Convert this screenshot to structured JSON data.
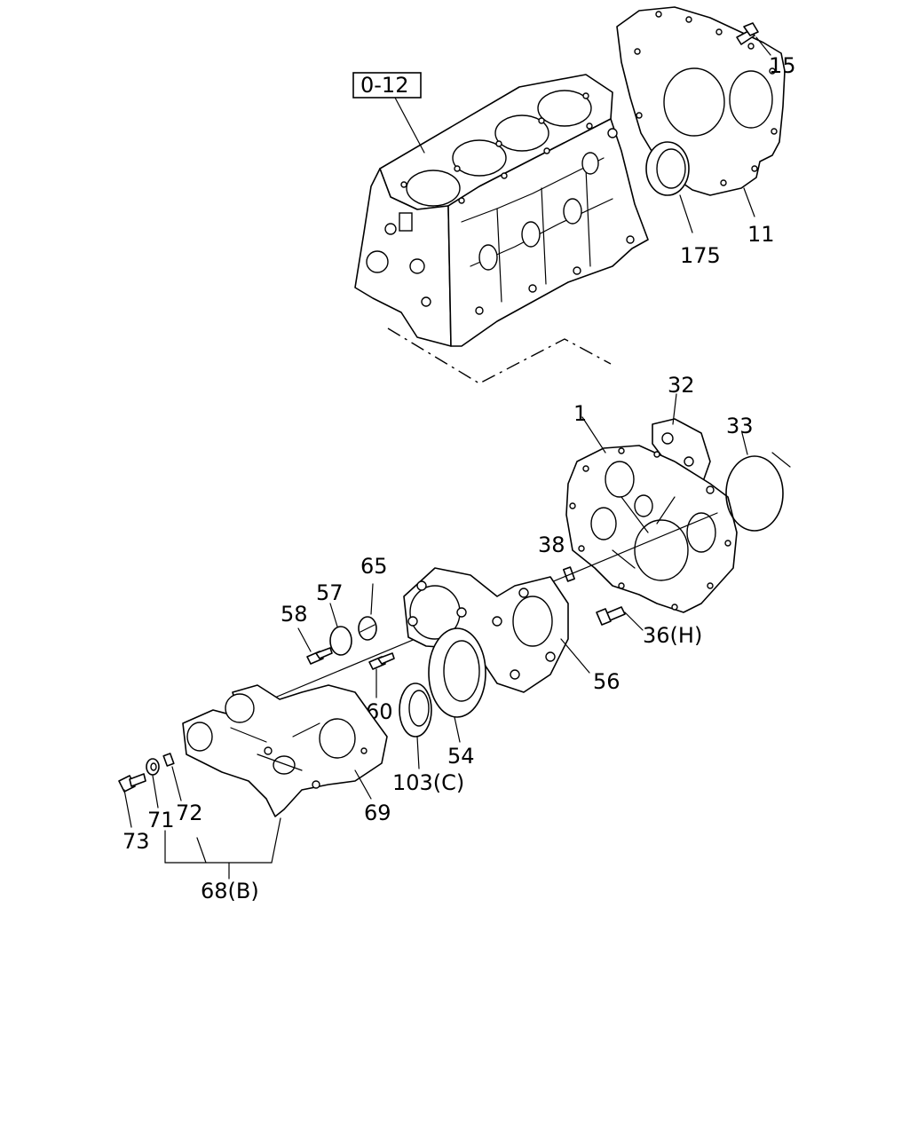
{
  "reference_box": "0-12",
  "callouts": {
    "p15": "15",
    "p11": "11",
    "p175": "175",
    "p32": "32",
    "p1": "1",
    "p33": "33",
    "p38": "38",
    "p36": "36(H)",
    "p65": "65",
    "p57": "57",
    "p58": "58",
    "p60": "60",
    "p56": "56",
    "p54": "54",
    "p103": "103(C)",
    "p69": "69",
    "p72": "72",
    "p71": "71",
    "p73": "73",
    "p68": "68(B)"
  }
}
